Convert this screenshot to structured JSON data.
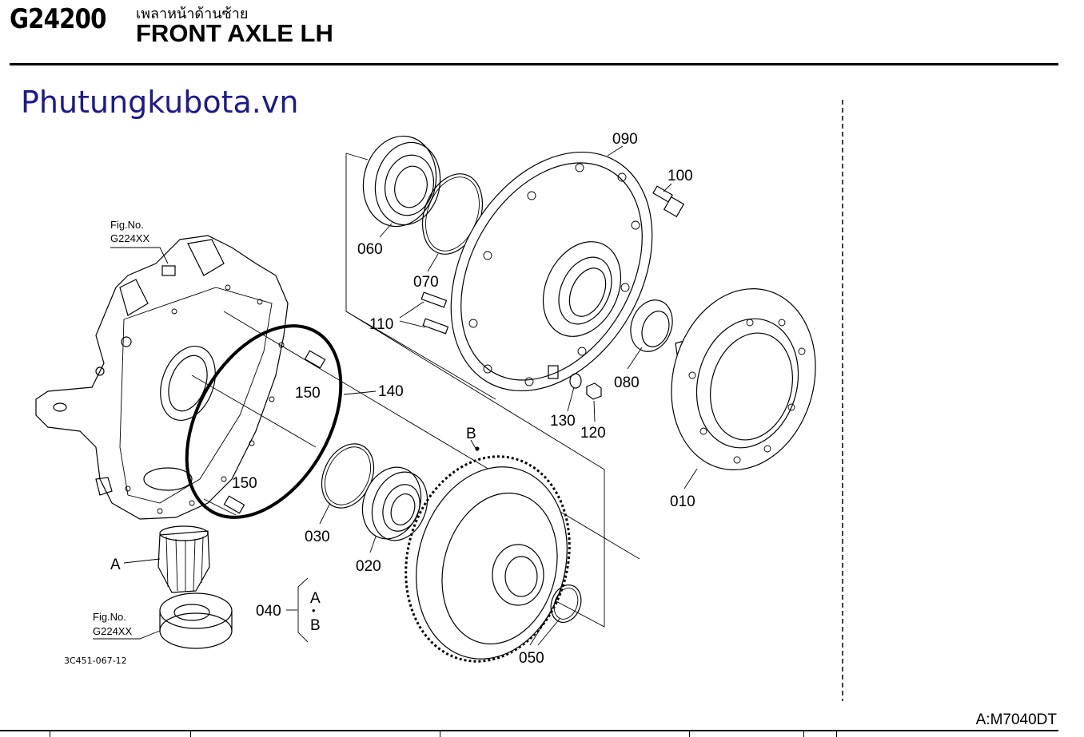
{
  "header": {
    "code": "G24200",
    "thai_title": "เพลาหน้าด้านซ้าย",
    "title": "FRONT AXLE LH"
  },
  "watermark": "Phutungkubota.vn",
  "parts": [
    {
      "ref": "010"
    },
    {
      "ref": "020"
    },
    {
      "ref": "030"
    },
    {
      "ref": "040"
    },
    {
      "ref": "050"
    },
    {
      "ref": "060"
    },
    {
      "ref": "070"
    },
    {
      "ref": "080"
    },
    {
      "ref": "090"
    },
    {
      "ref": "100"
    },
    {
      "ref": "110"
    },
    {
      "ref": "120"
    },
    {
      "ref": "130"
    },
    {
      "ref": "140"
    },
    {
      "ref": "150"
    },
    {
      "ref": "150"
    }
  ],
  "markers": {
    "a": "A",
    "b": "B",
    "dot": "•"
  },
  "fig_refs": [
    {
      "line1": "Fig.No.",
      "line2": "G224XX"
    },
    {
      "line1": "Fig.No.",
      "line2": "G224XX"
    }
  ],
  "drawing_code": "3C451-067-12",
  "ref_code": "A:M7040DT"
}
